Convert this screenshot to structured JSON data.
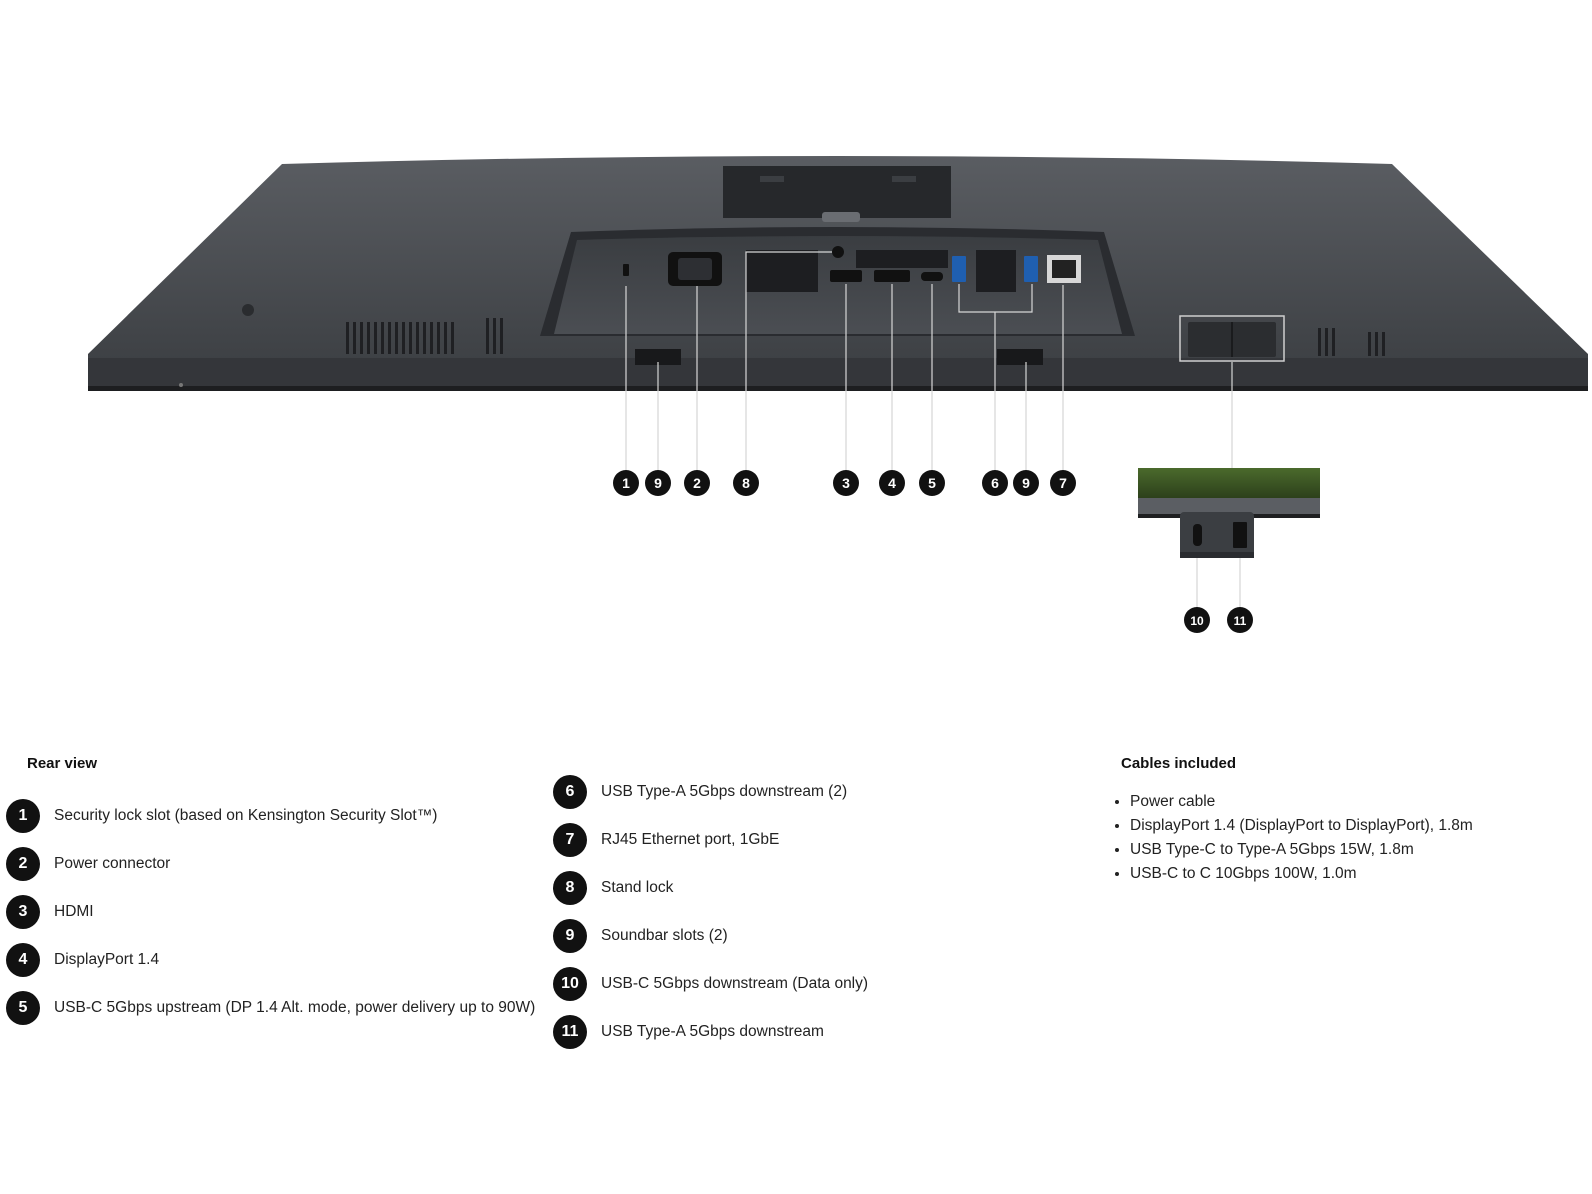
{
  "diagram": {
    "callouts_main": [
      "1",
      "9",
      "2",
      "8",
      "3",
      "4",
      "5",
      "6",
      "9",
      "7"
    ],
    "callouts_inset": [
      "10",
      "11"
    ],
    "colors": {
      "monitor": "#4a4d52",
      "monitor_dark": "#2e3034",
      "badge": "#111111"
    }
  },
  "rear_view": {
    "heading": "Rear view",
    "items": [
      {
        "num": "1",
        "label": "Security lock slot (based on Kensington Security Slot™)"
      },
      {
        "num": "2",
        "label": "Power connector"
      },
      {
        "num": "3",
        "label": "HDMI"
      },
      {
        "num": "4",
        "label": "DisplayPort 1.4"
      },
      {
        "num": "5",
        "label": "USB-C 5Gbps upstream (DP 1.4 Alt. mode, power delivery up to 90W)"
      },
      {
        "num": "6",
        "label": "USB Type-A 5Gbps downstream (2)"
      },
      {
        "num": "7",
        "label": "RJ45 Ethernet port, 1GbE"
      },
      {
        "num": "8",
        "label": "Stand lock"
      },
      {
        "num": "9",
        "label": "Soundbar slots (2)"
      },
      {
        "num": "10",
        "label": "USB-C 5Gbps downstream (Data only)"
      },
      {
        "num": "11",
        "label": "USB Type-A 5Gbps downstream"
      }
    ]
  },
  "cables": {
    "heading": "Cables included",
    "items": [
      "Power cable",
      "DisplayPort 1.4 (DisplayPort to DisplayPort),  1.8m",
      "USB Type-C to Type-A 5Gbps 15W, 1.8m",
      "USB-C to C 10Gbps 100W, 1.0m"
    ]
  }
}
